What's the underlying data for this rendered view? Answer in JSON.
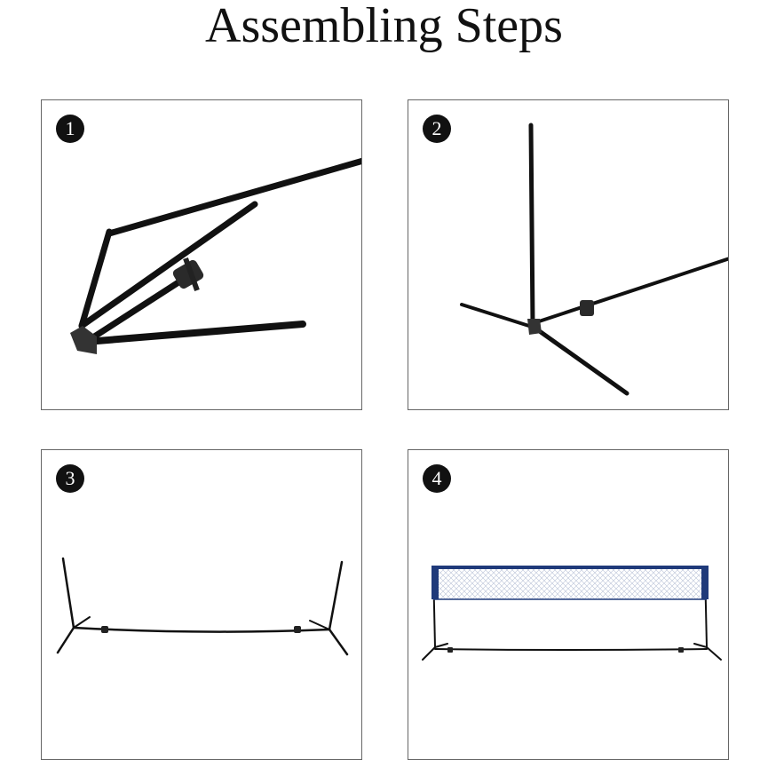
{
  "title": "Assembling Steps",
  "steps": [
    {
      "number": "1"
    },
    {
      "number": "2"
    },
    {
      "number": "3"
    },
    {
      "number": "4"
    }
  ],
  "colors": {
    "pole": "#111111",
    "net_band": "#1f3a7a",
    "border": "#666666"
  }
}
